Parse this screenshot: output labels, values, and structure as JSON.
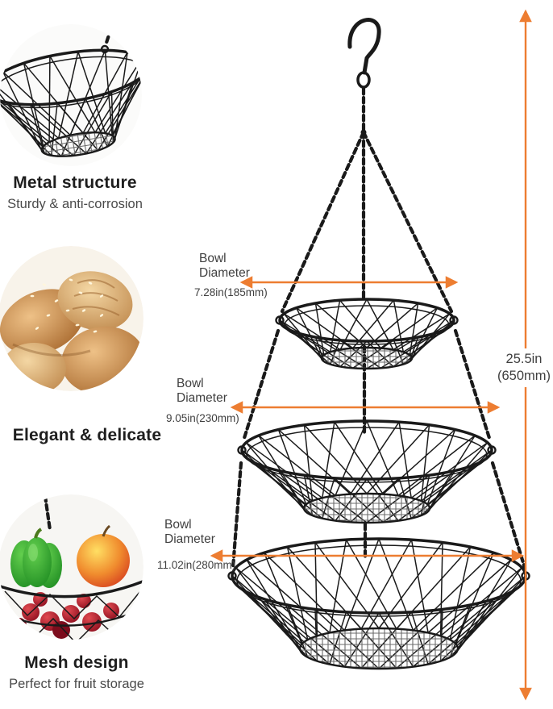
{
  "colors": {
    "accent": "#ED7D31",
    "wire": "#1a1a1a"
  },
  "features": [
    {
      "title": "Metal structure",
      "subtitle": "Sturdy & anti-corrosion"
    },
    {
      "title": "Elegant & delicate"
    },
    {
      "title": "Mesh design",
      "subtitle": "Perfect for fruit storage"
    }
  ],
  "dimensions": {
    "bowls": [
      {
        "label_line1": "Bowl",
        "label_line2": "Diameter",
        "value": "7.28in(185mm)"
      },
      {
        "label_line1": "Bowl",
        "label_line2": "Diameter",
        "value": "9.05in(230mm)"
      },
      {
        "label_line1": "Bowl",
        "label_line2": "Diameter",
        "value": "11.02in(280mm)"
      }
    ],
    "overall_height": {
      "line1": "25.5in",
      "line2": "(650mm)"
    }
  }
}
